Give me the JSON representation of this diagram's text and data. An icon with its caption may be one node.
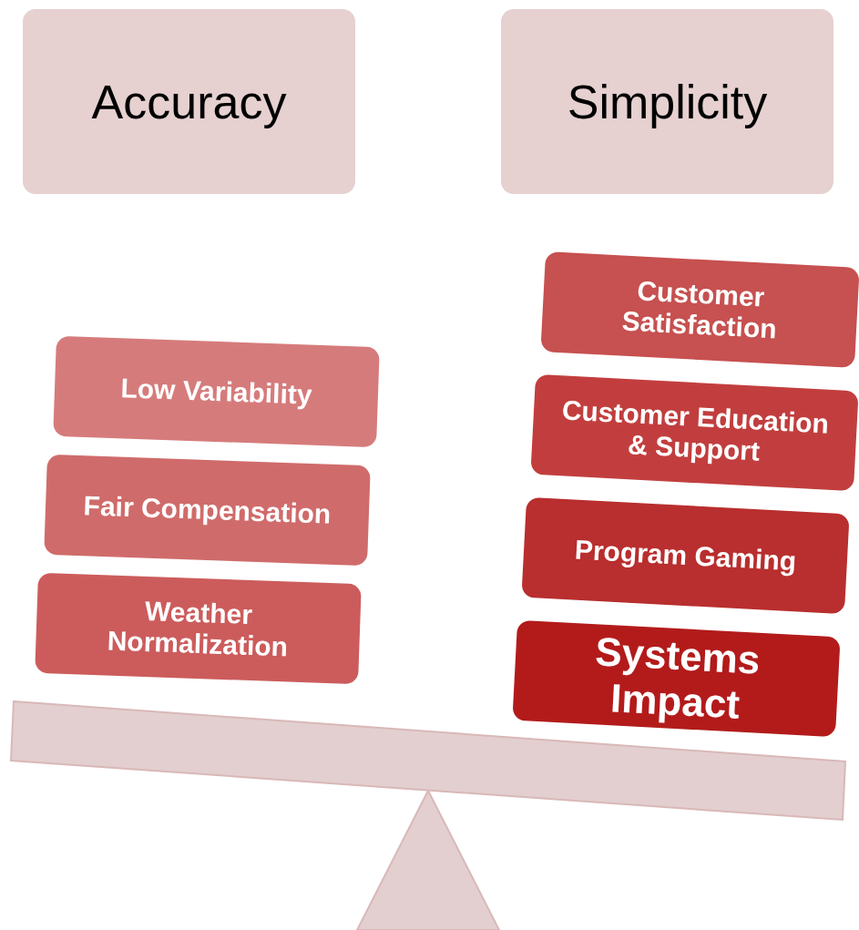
{
  "diagram": {
    "nodes": [
      {
        "text": [
          "Accuracy"
        ]
      },
      {
        "text": [
          "Simplicity"
        ]
      },
      {
        "text": [
          "Low Variability"
        ]
      },
      {
        "text": [
          "Fair Compensation"
        ]
      },
      {
        "text": [
          "Weather Normalization"
        ]
      },
      {
        "text": [
          "Customer Satisfaction"
        ]
      },
      {
        "text": [
          "Customer Education & Support"
        ]
      },
      {
        "text": [
          "Program Gaming"
        ]
      },
      {
        "text": [
          "Systems Impact"
        ]
      }
    ]
  }
}
